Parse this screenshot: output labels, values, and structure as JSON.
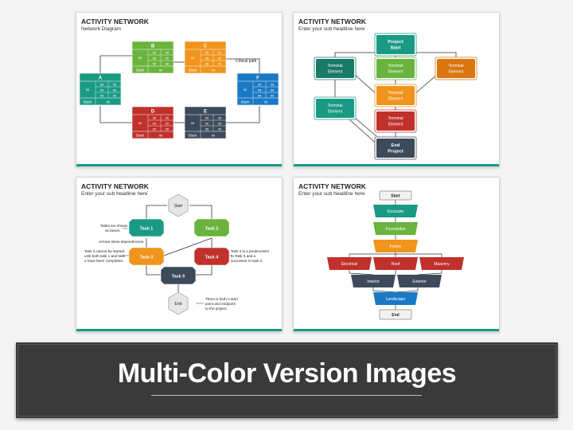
{
  "slides": [
    {
      "title": "ACTIVITY NETWORK",
      "subtitle": "Network Diagram",
      "nodes": [
        {
          "label": "A",
          "color": "#1a9a84"
        },
        {
          "label": "B",
          "color": "#6ab43e"
        },
        {
          "label": "C",
          "color": "#f0941d"
        },
        {
          "label": "D",
          "color": "#c0312c"
        },
        {
          "label": "E",
          "color": "#3d4a5a"
        },
        {
          "label": "F",
          "color": "#1a79c4"
        }
      ],
      "cell": "xx",
      "slack": "Slack",
      "callout": "Critical path"
    },
    {
      "title": "ACTIVITY NETWORK",
      "subtitle": "Enter your sub headline here",
      "nodes": [
        {
          "label1": "Project",
          "label2": "Start",
          "color": "#1a9a84"
        },
        {
          "label1": "Terminal",
          "label2": "Element",
          "color": "#1a7a68"
        },
        {
          "label1": "Terminal",
          "label2": "Element",
          "color": "#6ab43e"
        },
        {
          "label1": "Terminal",
          "label2": "Element",
          "color": "#d9760e"
        },
        {
          "label1": "Terminal",
          "label2": "Element",
          "color": "#f0941d"
        },
        {
          "label1": "Terminal",
          "label2": "Element",
          "color": "#1a9a84"
        },
        {
          "label1": "Terminal",
          "label2": "Element",
          "color": "#c0312c"
        },
        {
          "label1": "End",
          "label2": "Project",
          "color": "#3d4a5a"
        }
      ]
    },
    {
      "title": "ACTIVITY NETWORK",
      "subtitle": "Enter your sub headline here",
      "start": "Start",
      "end": "End",
      "tasks": [
        {
          "label": "Task 1",
          "color": "#1a9a84"
        },
        {
          "label": "Task 2",
          "color": "#6ab43e"
        },
        {
          "label": "Task 3",
          "color": "#f0941d"
        },
        {
          "label": "Task 4",
          "color": "#c0312c"
        },
        {
          "label": "Task 5",
          "color": "#3d4a5a"
        }
      ],
      "notes": {
        "shown1": "Tasks are shown",
        "shown2": "as boxes.",
        "arrows": "Arrows show dependencies.",
        "t3_1": "Task 3 cannot be started",
        "t3_2": "until both task 1 and task",
        "t3_3": "2 have been completed.",
        "t4_1": "Task 4 is a predecessor",
        "t4_2": "to Task 5 and a",
        "t4_3": "successor to task 2.",
        "b1": "There is both a start",
        "b2": "point and endpoint",
        "b3": "to the project."
      }
    },
    {
      "title": "ACTIVITY NETWORK",
      "subtitle": "Enter your sub headline here",
      "steps": {
        "start": "Start",
        "excavate": "Excavate",
        "foundation": "Foundation",
        "frame": "Frame",
        "electrical": "Electrical",
        "roof": "Roof",
        "masonry": "Masonry",
        "interior": "Interior",
        "exterior": "Exterior",
        "landscape": "Landscape",
        "end": "End"
      },
      "colors": {
        "excavate": "#1a9a84",
        "foundation": "#6ab43e",
        "frame": "#f0941d",
        "red": "#c0312c",
        "dark": "#3d4a5a",
        "landscape": "#1a79c4"
      }
    }
  ],
  "banner": {
    "title": "Multi-Color Version Images"
  }
}
